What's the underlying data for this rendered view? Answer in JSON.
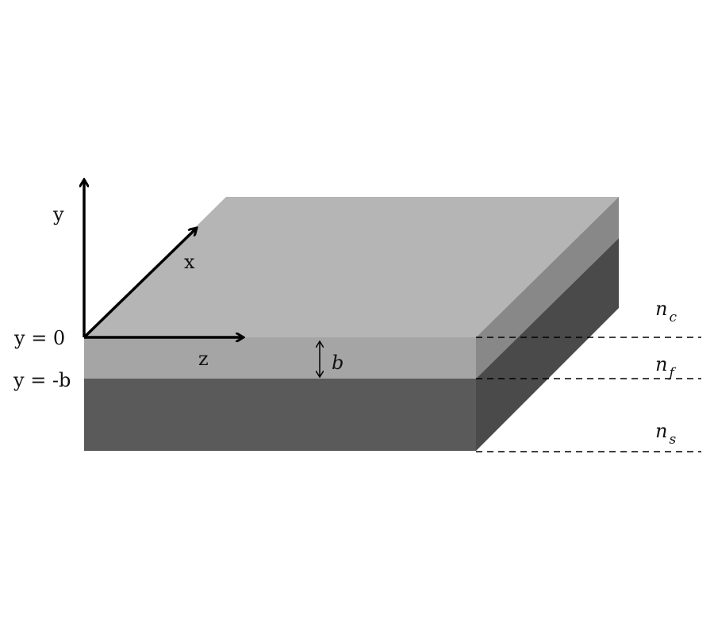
{
  "axes": {
    "y": "y",
    "x": "x",
    "z": "z"
  },
  "levels": {
    "top": "y = 0",
    "bottom": "y = -b"
  },
  "thickness": "b",
  "layers": [
    {
      "main": "n",
      "sub": "c"
    },
    {
      "main": "n",
      "sub": "f"
    },
    {
      "main": "n",
      "sub": "s"
    }
  ],
  "colors": {
    "top_face": "#b5b5b5",
    "film_front": "#a5a5a5",
    "film_side": "#888888",
    "substrate_front": "#5a5a5a",
    "substrate_side": "#4a4a4a"
  }
}
